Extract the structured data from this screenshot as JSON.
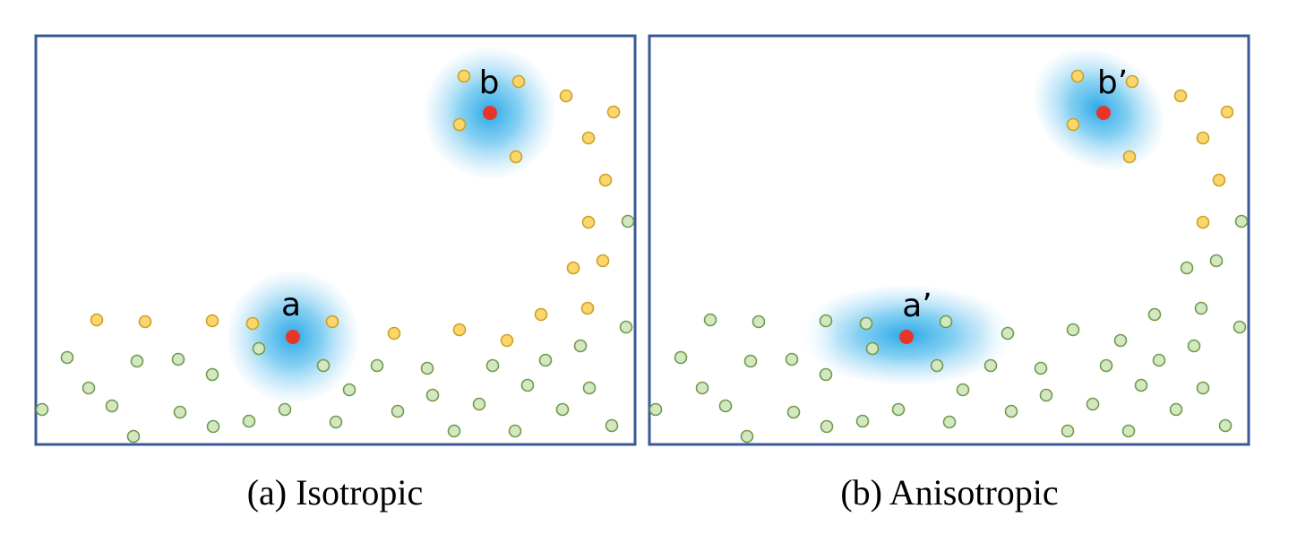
{
  "colors": {
    "frame": "#3b5998",
    "yellow_fill": "#fcd66a",
    "yellow_stroke": "#c9a227",
    "green_fill": "#d3e8c0",
    "green_stroke": "#6f9a4d",
    "center_point": "#e8352a",
    "neighborhood": "#29a8e6"
  },
  "panels": [
    {
      "caption": "(a) Isotropic",
      "point_a_label": "a",
      "point_b_label": "b",
      "neighborhood_shape": "circle"
    },
    {
      "caption": "(b) Anisotropic",
      "point_a_label": "a’",
      "point_b_label": "b’",
      "neighborhood_shape": "ellipse"
    }
  ]
}
